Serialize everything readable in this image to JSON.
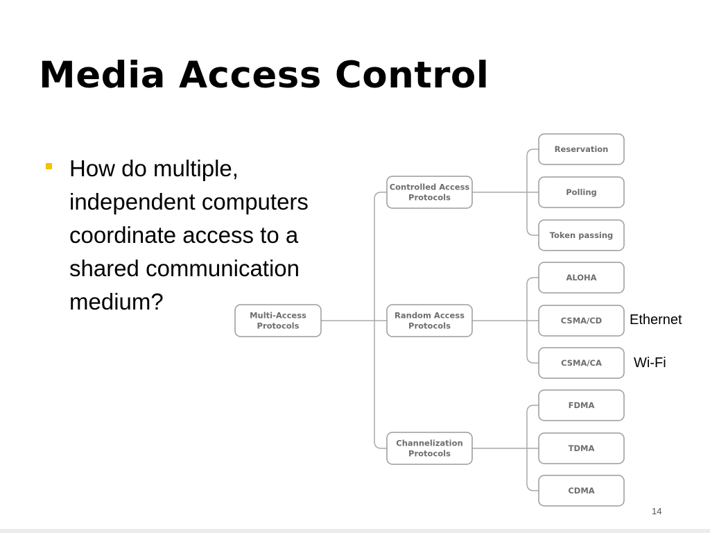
{
  "slide": {
    "title": "Media Access Control",
    "bullet": "How do multiple, independent computers coordinate access to a shared communication medium?",
    "page_number": "14"
  },
  "diagram": {
    "root": {
      "lines": [
        "Multi-Access",
        "Protocols"
      ]
    },
    "categories": [
      {
        "lines": [
          "Controlled Access",
          "Protocols"
        ],
        "children": [
          {
            "label": "Reservation"
          },
          {
            "label": "Polling"
          },
          {
            "label": "Token passing"
          }
        ]
      },
      {
        "lines": [
          "Random Access",
          "Protocols"
        ],
        "children": [
          {
            "label": "ALOHA"
          },
          {
            "label": "CSMA/CD"
          },
          {
            "label": "CSMA/CA"
          }
        ]
      },
      {
        "lines": [
          "Channelization",
          "Protocols"
        ],
        "children": [
          {
            "label": "FDMA"
          },
          {
            "label": "TDMA"
          },
          {
            "label": "CDMA"
          }
        ]
      }
    ],
    "annotations": {
      "csma_cd": "Ethernet",
      "csma_ca": "Wi-Fi"
    }
  },
  "colors": {
    "bullet": "#f2c200",
    "box_stroke": "#9a9a9a",
    "box_text": "#6e6e6e"
  }
}
